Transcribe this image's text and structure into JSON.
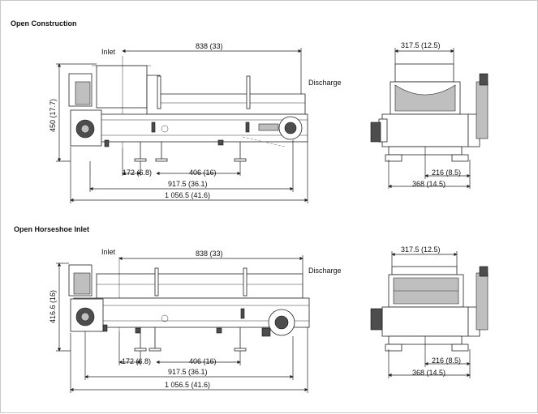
{
  "sections": [
    {
      "title": "Open Construction",
      "side": {
        "inlet": "Inlet",
        "discharge": "Discharge",
        "height": "450 (17.7)",
        "length_top": "838 (33)",
        "d172": "172 (6.8)",
        "d406": "406 (16)",
        "d917": "917.5 (36.1)",
        "d1056": "1 056.5 (41.6)"
      },
      "end": {
        "top": "317.5 (12.5)",
        "d216": "216 (8.5)",
        "d368": "368 (14.5)"
      }
    },
    {
      "title": "Open Horseshoe Inlet",
      "side": {
        "inlet": "Inlet",
        "discharge": "Discharge",
        "height": "416.6 (16)",
        "length_top": "838 (33)",
        "d172": "172 (6.8)",
        "d406": "406 (16)",
        "d917": "917.5 (36.1)",
        "d1056": "1 056.5 (41.6)"
      },
      "end": {
        "top": "317.5 (12.5)",
        "d216": "216 (8.5)",
        "d368": "368 (14.5)"
      }
    }
  ]
}
